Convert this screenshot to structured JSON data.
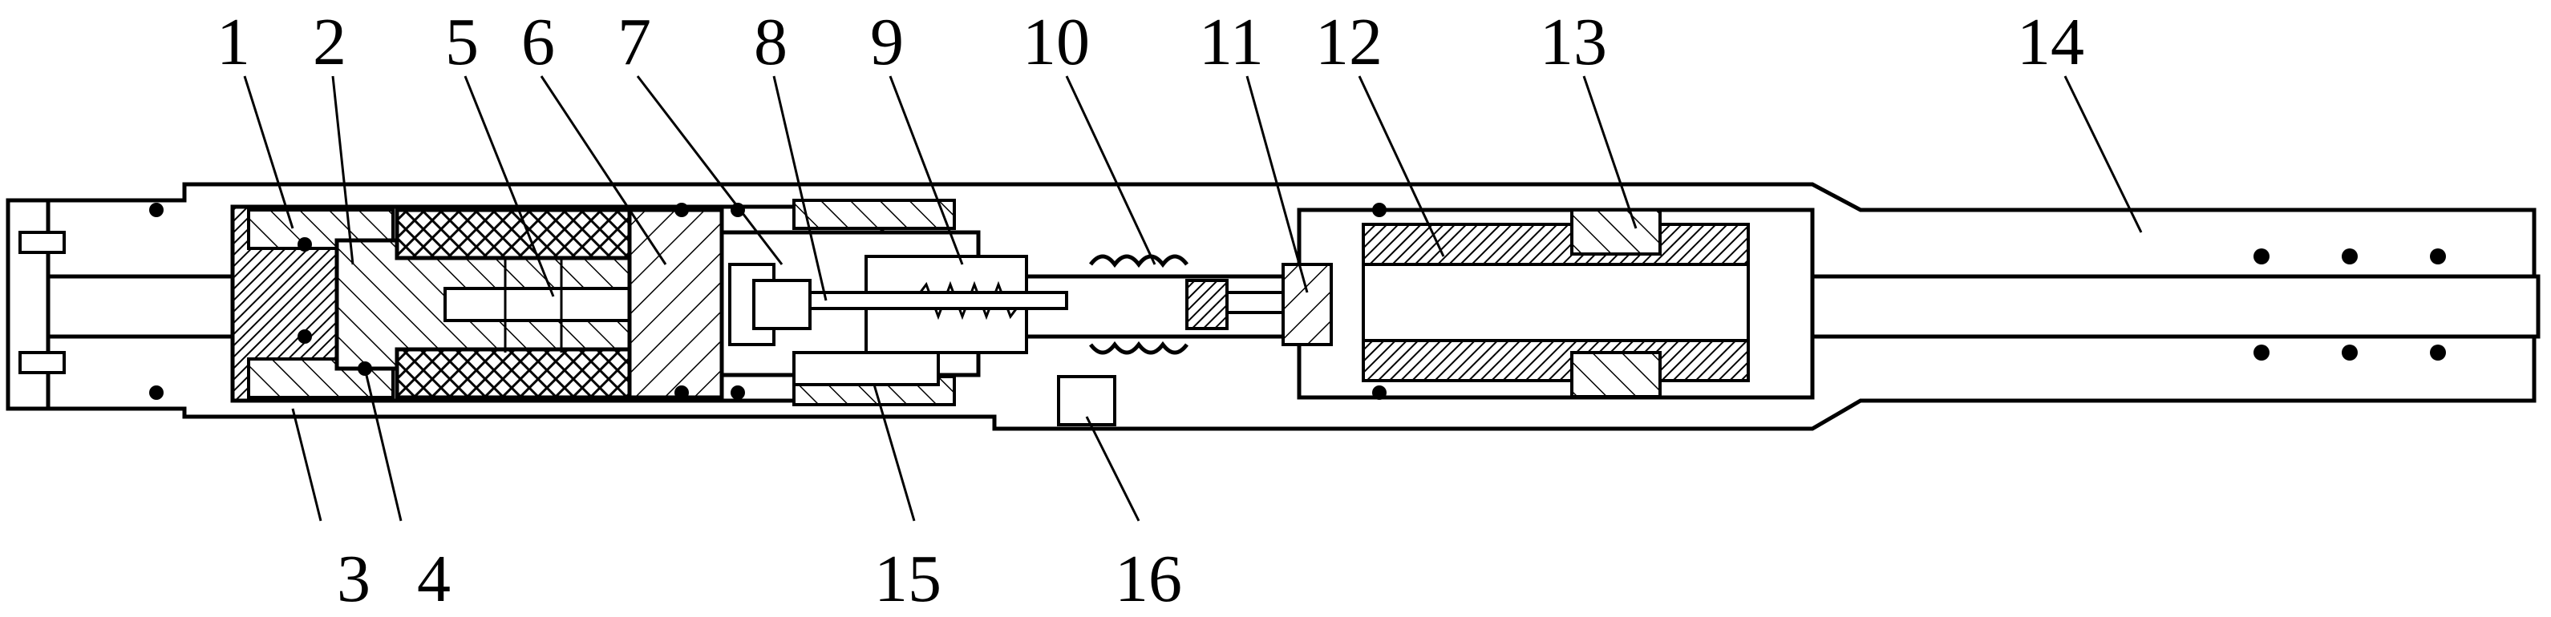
{
  "callouts": [
    {
      "id": "1",
      "text": "1"
    },
    {
      "id": "2",
      "text": "2"
    },
    {
      "id": "5",
      "text": "5"
    },
    {
      "id": "6",
      "text": "6"
    },
    {
      "id": "7",
      "text": "7"
    },
    {
      "id": "8",
      "text": "8"
    },
    {
      "id": "9",
      "text": "9"
    },
    {
      "id": "10",
      "text": "10"
    },
    {
      "id": "11",
      "text": "11"
    },
    {
      "id": "12",
      "text": "12"
    },
    {
      "id": "13",
      "text": "13"
    },
    {
      "id": "14",
      "text": "14"
    },
    {
      "id": "3",
      "text": "3"
    },
    {
      "id": "4",
      "text": "4"
    },
    {
      "id": "15",
      "text": "15"
    },
    {
      "id": "16",
      "text": "16"
    }
  ]
}
